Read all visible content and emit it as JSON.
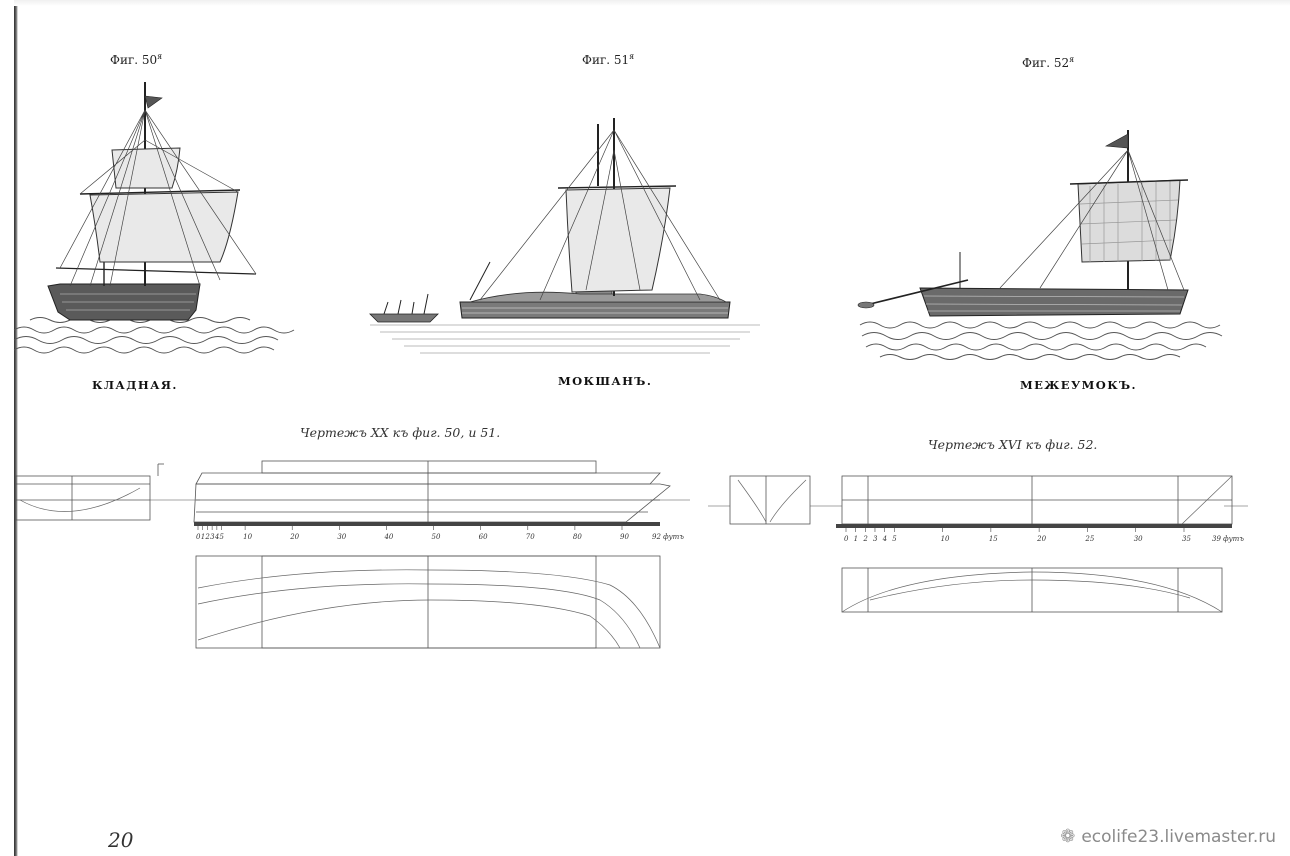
{
  "figures": [
    {
      "label": "Фиг. 50",
      "sup": "я",
      "name": "КЛАДНАЯ."
    },
    {
      "label": "Фиг. 51",
      "sup": "я",
      "name": "МОКШАНЪ."
    },
    {
      "label": "Фиг. 52",
      "sup": "я",
      "name": "МЕЖЕУМОКЪ."
    }
  ],
  "drawings": [
    {
      "title": "Чертежъ XX къ фиг. 50, и 51.",
      "scale_ticks": [
        "0",
        "1",
        "2",
        "3",
        "4",
        "5",
        "10",
        "20",
        "30",
        "40",
        "50",
        "60",
        "70",
        "80",
        "90"
      ],
      "scale_end": "92 футъ"
    },
    {
      "title": "Чертежъ XVI къ фиг. 52.",
      "scale_ticks": [
        "0",
        "1",
        "2",
        "3",
        "4",
        "5",
        "10",
        "15",
        "20",
        "25",
        "30",
        "35"
      ],
      "scale_end": "39 футъ"
    }
  ],
  "page_number": "20",
  "watermark": {
    "icon": "gear-flower-icon",
    "text": "ecolife23.livemaster.ru"
  }
}
